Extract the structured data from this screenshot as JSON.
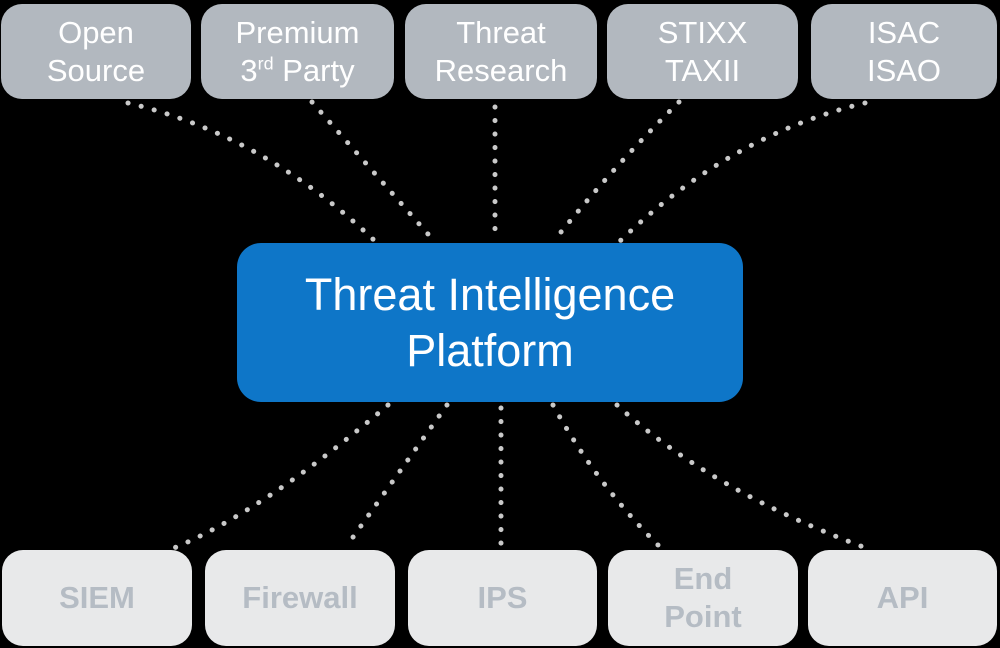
{
  "diagram_title": "Threat Intelligence Platform diagram",
  "colors": {
    "background": "#000000",
    "source_box_bg": "#b2b8bf",
    "source_box_text": "#ffffff",
    "platform_bg": "#0e76c8",
    "platform_text": "#ffffff",
    "consumer_box_bg": "#e8e9ea",
    "consumer_box_text": "#b5bcc4",
    "dotted_line": "#c9c9c9"
  },
  "platform": {
    "id": "platform",
    "label": "Threat Intelligence Platform",
    "lines": [
      "Threat Intelligence",
      "Platform"
    ]
  },
  "sources": [
    {
      "id": "open-source",
      "label": "Open Source",
      "lines": [
        "Open",
        "Source"
      ]
    },
    {
      "id": "premium-3rd-party",
      "label": "Premium 3rd Party",
      "lines": [
        "Premium",
        {
          "pre": "3",
          "sup": "rd",
          "post": " Party"
        }
      ]
    },
    {
      "id": "threat-research",
      "label": "Threat Research",
      "lines": [
        "Threat",
        "Research"
      ]
    },
    {
      "id": "stixx-taxii",
      "label": "STIXX TAXII",
      "lines": [
        "STIXX",
        "TAXII"
      ]
    },
    {
      "id": "isac-isao",
      "label": "ISAC ISAO",
      "lines": [
        "ISAC",
        "ISAO"
      ]
    }
  ],
  "consumers": [
    {
      "id": "siem",
      "label": "SIEM",
      "lines": [
        "SIEM"
      ]
    },
    {
      "id": "firewall",
      "label": "Firewall",
      "lines": [
        "Firewall"
      ]
    },
    {
      "id": "ips",
      "label": "IPS",
      "lines": [
        "IPS"
      ]
    },
    {
      "id": "end-point",
      "label": "End Point",
      "lines": [
        "End",
        "Point"
      ]
    },
    {
      "id": "api",
      "label": "API",
      "lines": [
        "API"
      ]
    }
  ],
  "connections": [
    {
      "from": "open-source",
      "to": "platform"
    },
    {
      "from": "premium-3rd-party",
      "to": "platform"
    },
    {
      "from": "threat-research",
      "to": "platform"
    },
    {
      "from": "stixx-taxii",
      "to": "platform"
    },
    {
      "from": "isac-isao",
      "to": "platform"
    },
    {
      "from": "platform",
      "to": "siem"
    },
    {
      "from": "platform",
      "to": "firewall"
    },
    {
      "from": "platform",
      "to": "ips"
    },
    {
      "from": "platform",
      "to": "end-point"
    },
    {
      "from": "platform",
      "to": "api"
    }
  ]
}
